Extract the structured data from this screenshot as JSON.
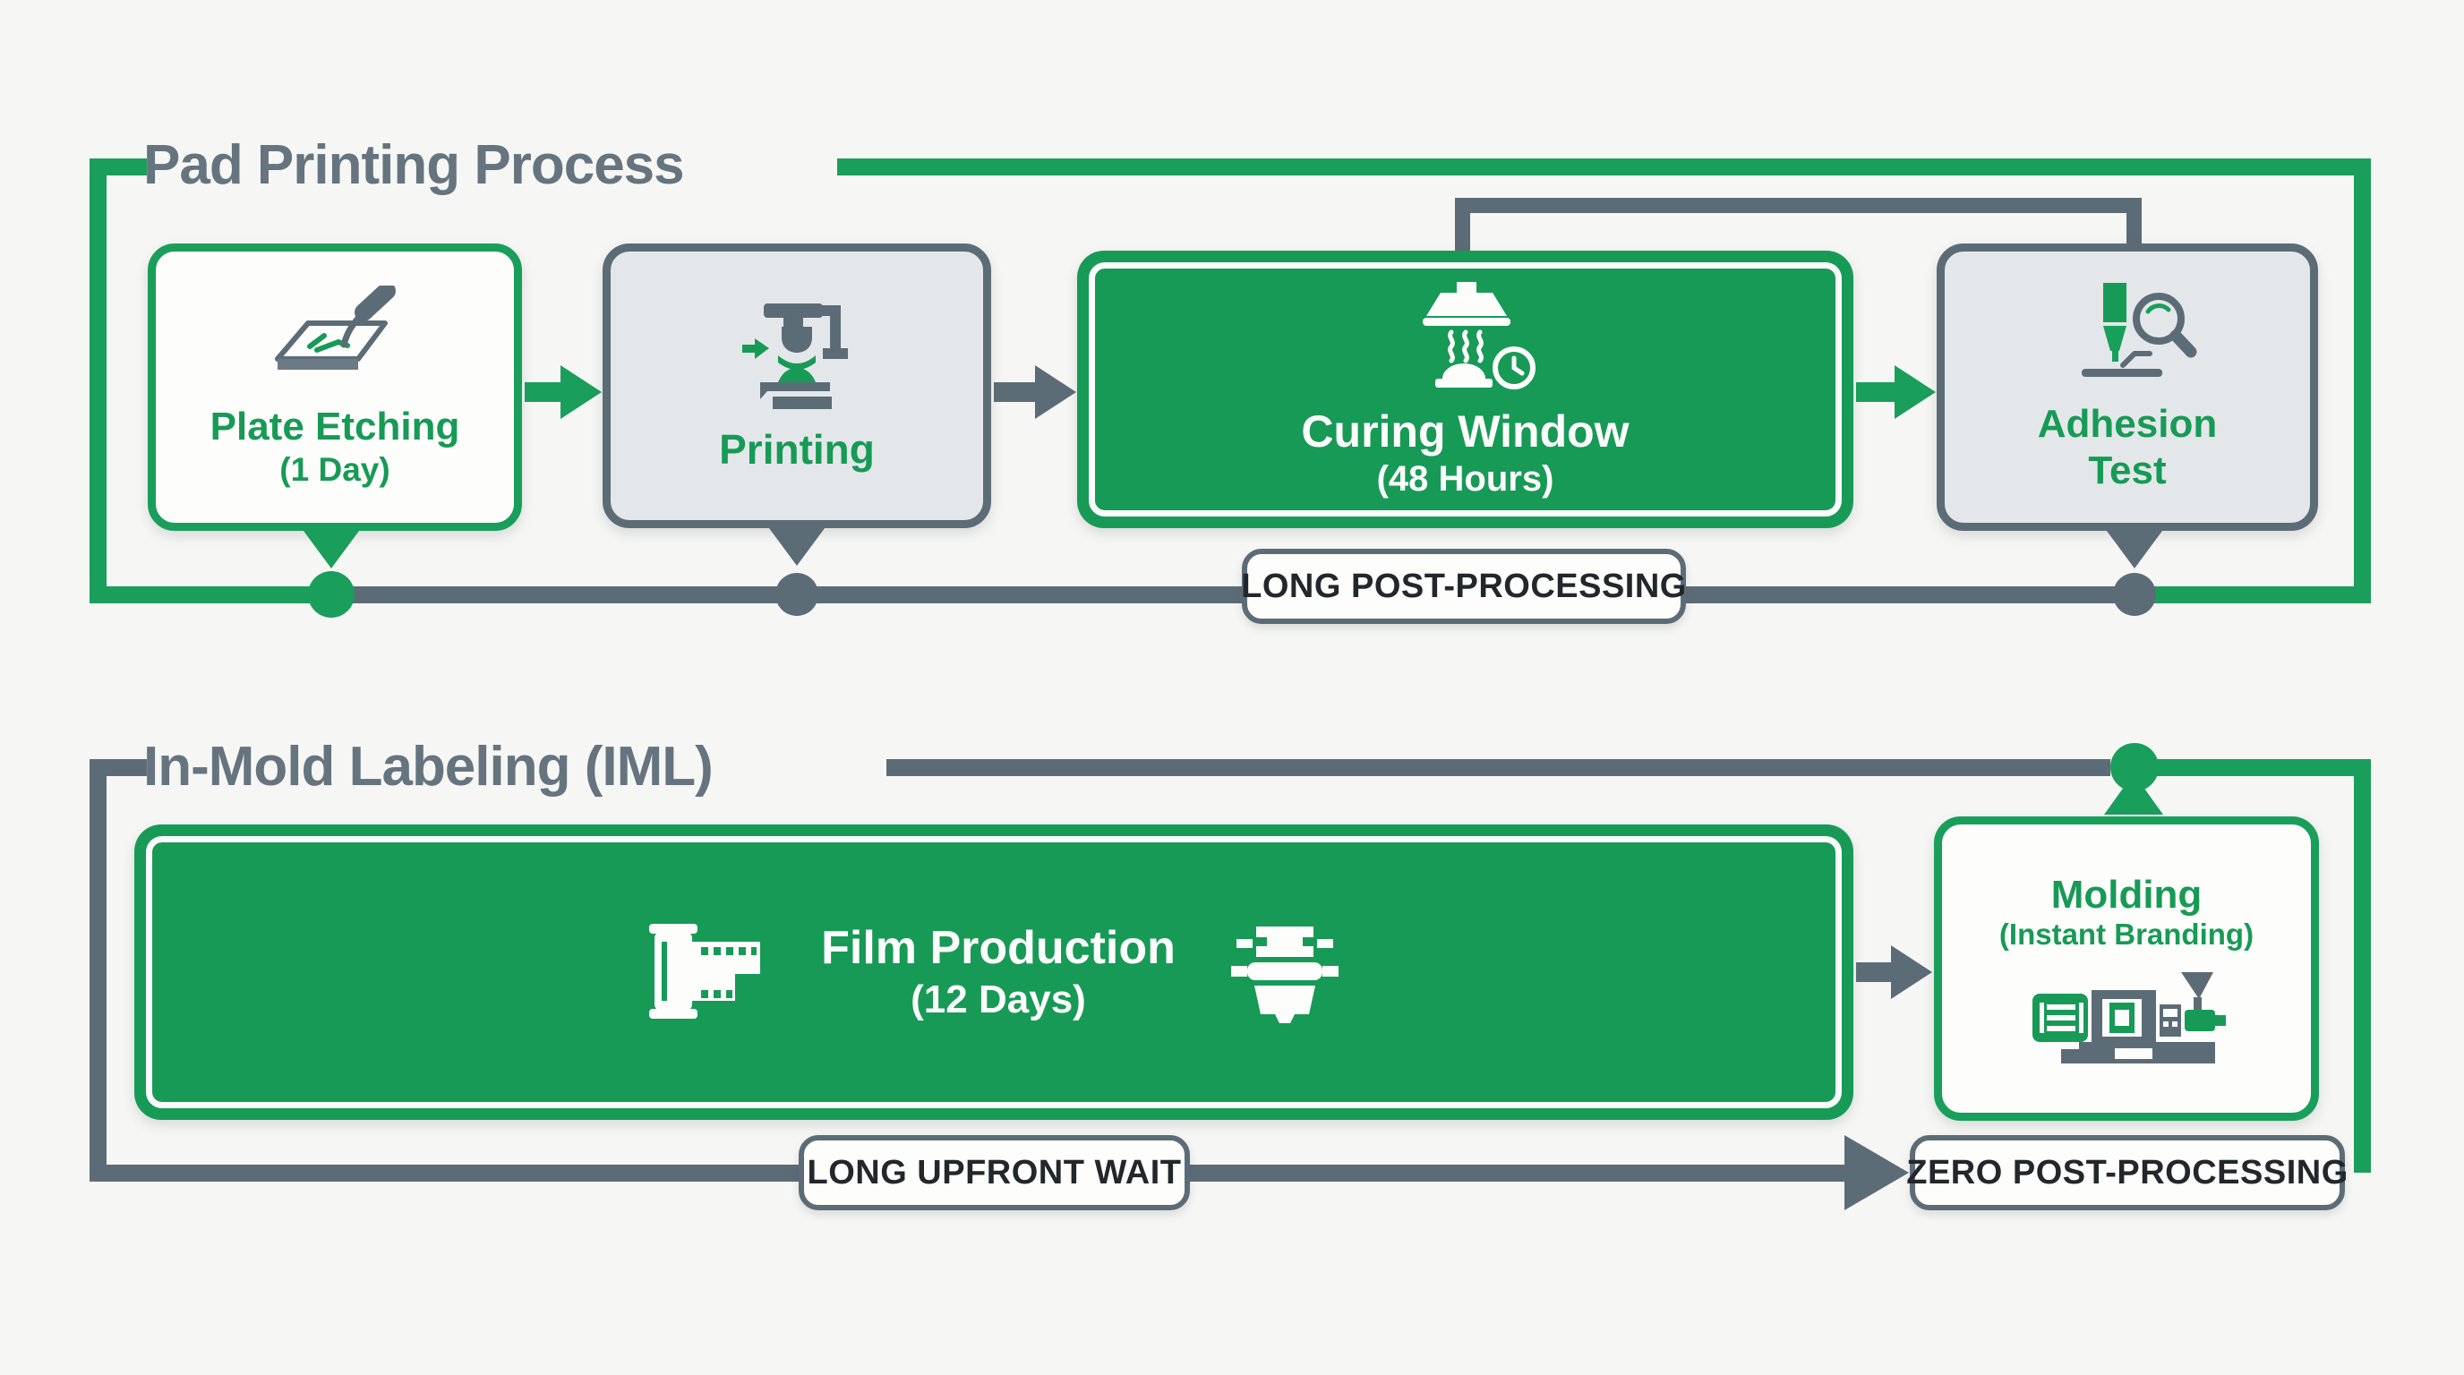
{
  "colors": {
    "green_fill": "#189A57",
    "green_line": "#1A9E5B",
    "green_text": "#179A55",
    "slate": "#5C6C77",
    "title_text": "#65747E",
    "light_gray_fill": "#E4E7EA",
    "badge_text": "#22272B",
    "background": "#F6F7F4",
    "white": "#FDFDFC"
  },
  "pad": {
    "title": "Pad Printing Process",
    "steps": [
      {
        "label": "Plate Etching",
        "sublabel": "(1 Day)",
        "icon": "etching-tool-icon"
      },
      {
        "label": "Printing",
        "icon": "pad-press-icon"
      },
      {
        "label": "Curing Window",
        "sublabel": "(48 Hours)",
        "icon": "heat-lamp-clock-icon"
      },
      {
        "label": "Adhesion",
        "label2": "Test",
        "icon": "adhesion-test-magnifier-icon"
      }
    ],
    "badge": "LONG POST-PROCESSING"
  },
  "iml": {
    "title": "In-Mold Labeling (IML)",
    "steps": [
      {
        "label": "Film Production",
        "sublabel": "(12 Days)",
        "icons": [
          "film-roll-icon",
          "laminator-press-icon"
        ]
      },
      {
        "label": "Molding",
        "sublabel": "(Instant Branding)",
        "icon": "injection-molding-machine-icon"
      }
    ],
    "badge_wait": "LONG UPFRONT WAIT",
    "badge_zero": "ZERO POST-PROCESSING"
  }
}
